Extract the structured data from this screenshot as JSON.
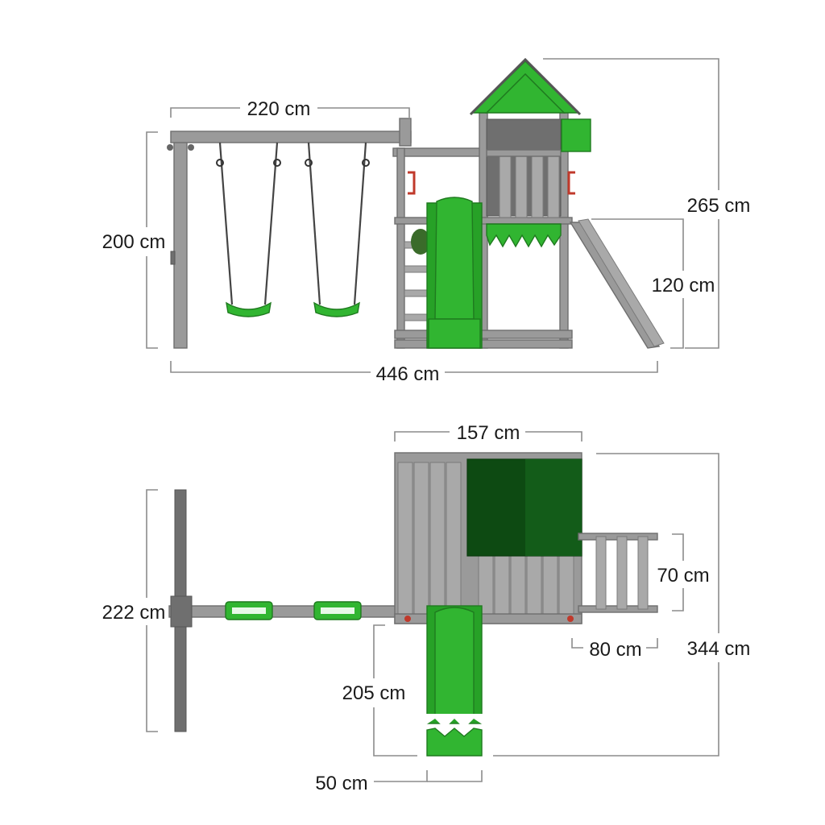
{
  "accent_green": "#31b531",
  "frame_gray": "#9a9a9a",
  "handle_red": "#c0392b",
  "side_view": {
    "swing_width": "220 cm",
    "swing_height": "200 cm",
    "total_width": "446 cm",
    "total_height": "265 cm",
    "platform_height": "120 cm"
  },
  "top_view": {
    "tower_width": "157 cm",
    "total_depth": "344 cm",
    "swing_depth": "222 cm",
    "ladder_width": "70 cm",
    "ladder_depth": "80 cm",
    "slide_length": "205 cm",
    "slide_width": "50 cm"
  }
}
